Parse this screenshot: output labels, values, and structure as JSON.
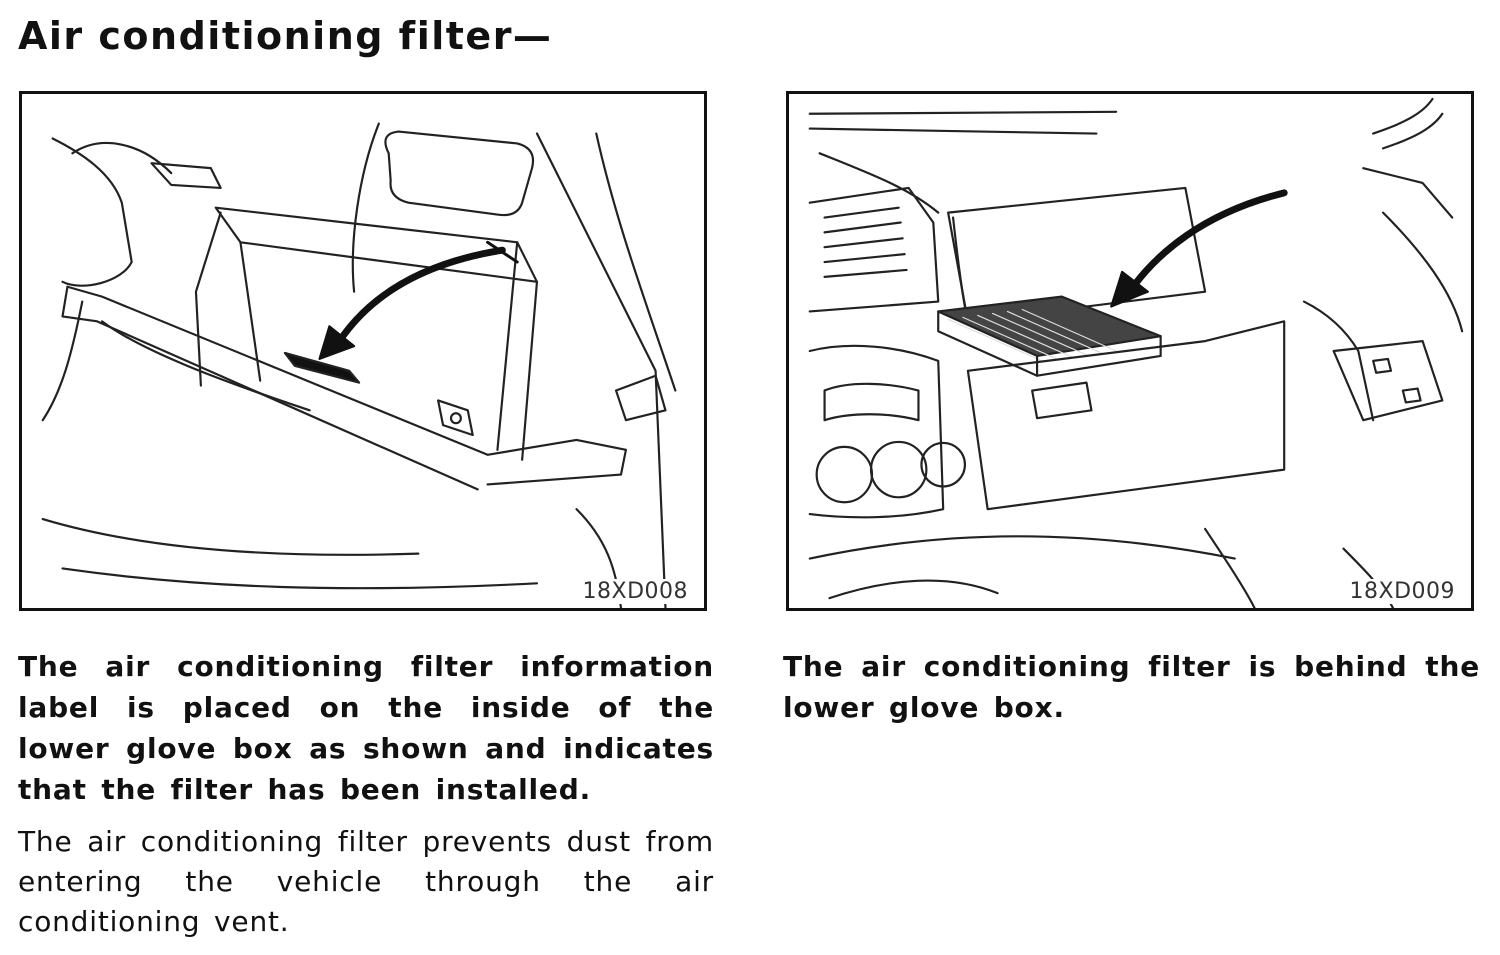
{
  "title": "Air conditioning filter—",
  "figures": [
    {
      "code": "18XD008"
    },
    {
      "code": "18XD009"
    }
  ],
  "paragraphs": {
    "left_bold": "The air conditioning filter information label is placed on the inside of the lower glove box as shown and indicates that the filter has been installed.",
    "left_normal": "The air conditioning filter prevents dust from entering the vehicle through the air conditioning vent.",
    "right_bold": "The air conditioning filter is behind the lower glove box."
  }
}
